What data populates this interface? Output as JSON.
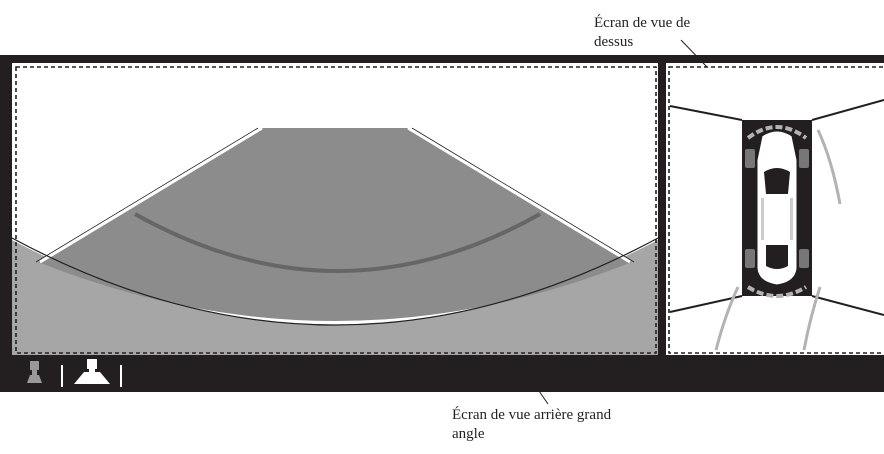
{
  "callouts": {
    "top_view": [
      "Écran de vue de",
      "dessus"
    ],
    "rear_view": [
      "Écran de vue arrière grand",
      "angle"
    ]
  },
  "icons": {
    "view_mode_1": "camera-standard-view-icon",
    "view_mode_2": "camera-wide-view-icon-selected"
  },
  "colors": {
    "frame": "#231f20",
    "road": "#8c8c8c",
    "ground": "#a6a6a6",
    "guide_line": "#666666",
    "sensor_arc": "#b3b3b3"
  }
}
